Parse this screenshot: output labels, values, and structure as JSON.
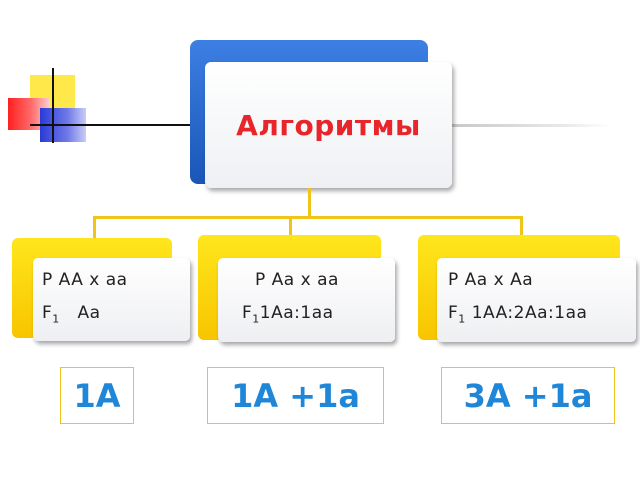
{
  "title": "Алгоритмы",
  "crosses": [
    {
      "line1": "P AA x aa",
      "f_label": "F",
      "f_sub": "1",
      "f_rest": "Aa",
      "result": "1A"
    },
    {
      "line1": "P Aa x aa",
      "f_label": "F",
      "f_sub": "1",
      "f_rest": "1Aa:1aa",
      "result": "1A +1a"
    },
    {
      "line1": "P  Aa x Aa",
      "f_label": "F",
      "f_sub": "1",
      "f_rest": "1AA:2Aa:1aa",
      "result": "3A +1a"
    }
  ],
  "colors": {
    "title": "#e8252a",
    "result": "#1f86d8",
    "box": "#ffe61c",
    "header_back": "#1a56b8"
  }
}
